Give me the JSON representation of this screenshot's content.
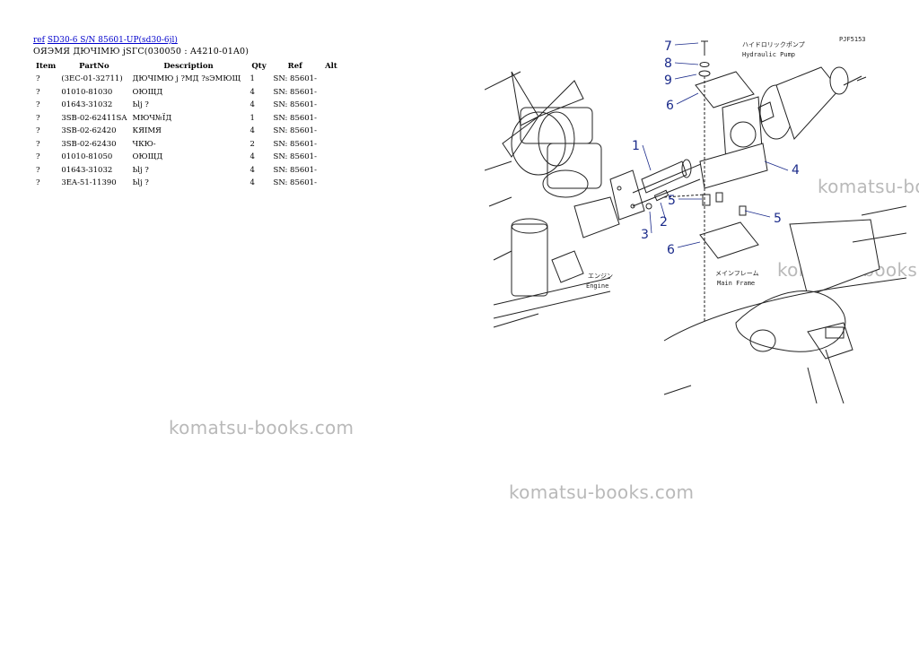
{
  "header": {
    "ref_link": "ref",
    "model_link": "SD30-6 S/N 85601-UP(sd30-6jl)",
    "subtitle": "ОЯЭМЯ ДЮЧІМЮ jЅГС(030050 : A4210-01A0)"
  },
  "table": {
    "columns": [
      "Item",
      "PartNo",
      "Description",
      "Qty",
      "Ref",
      "Alt"
    ],
    "rows": [
      {
        "item": "?",
        "part": "(3EC-01-32711)",
        "desc": "ДЮЧІМЮ j ?МД ?ѕЭМЮЩ",
        "qty": "1",
        "ref": "SN: 85601-",
        "alt": ""
      },
      {
        "item": "?",
        "part": "01010-81030",
        "desc": "ОЮЩД",
        "qty": "4",
        "ref": "SN: 85601-",
        "alt": ""
      },
      {
        "item": "?",
        "part": "01643-31032",
        "desc": "Ьlj ?",
        "qty": "4",
        "ref": "SN: 85601-",
        "alt": ""
      },
      {
        "item": "?",
        "part": "3SB-02-62411SA",
        "desc": "МЮЧ№ЇД",
        "qty": "1",
        "ref": "SN: 85601-",
        "alt": ""
      },
      {
        "item": "?",
        "part": "3SB-02-62420",
        "desc": "КЯІМЯ",
        "qty": "4",
        "ref": "SN: 85601-",
        "alt": ""
      },
      {
        "item": "?",
        "part": "3SB-02-62430",
        "desc": "ЧКЮ-",
        "qty": "2",
        "ref": "SN: 85601-",
        "alt": ""
      },
      {
        "item": "?",
        "part": "01010-81050",
        "desc": "ОЮЩД",
        "qty": "4",
        "ref": "SN: 85601-",
        "alt": ""
      },
      {
        "item": "?",
        "part": "01643-31032",
        "desc": "Ьlj ?",
        "qty": "4",
        "ref": "SN: 85601-",
        "alt": ""
      },
      {
        "item": "?",
        "part": "3EA-51-11390",
        "desc": "Ьlj ?",
        "qty": "4",
        "ref": "SN: 85601-",
        "alt": ""
      }
    ]
  },
  "watermarks": [
    "komatsu-books.com",
    "komatsu-books.com",
    "komatsu-books.com",
    "komatsu-books.com"
  ],
  "diagram": {
    "code": "PJF5153",
    "callouts": [
      "7",
      "8",
      "9",
      "6",
      "1",
      "4",
      "5",
      "5",
      "2",
      "3",
      "6"
    ],
    "labels": {
      "hydraulic_pump_jp": "ハイドロリックポンプ",
      "hydraulic_pump_en": "Hydraulic Pump",
      "engine_jp": "エンジン",
      "engine_en": "Engine",
      "main_frame_jp": "メインフレーム",
      "main_frame_en": "Main Frame"
    },
    "colors": {
      "callout": "#1a2a8a",
      "line": "#222222"
    }
  }
}
